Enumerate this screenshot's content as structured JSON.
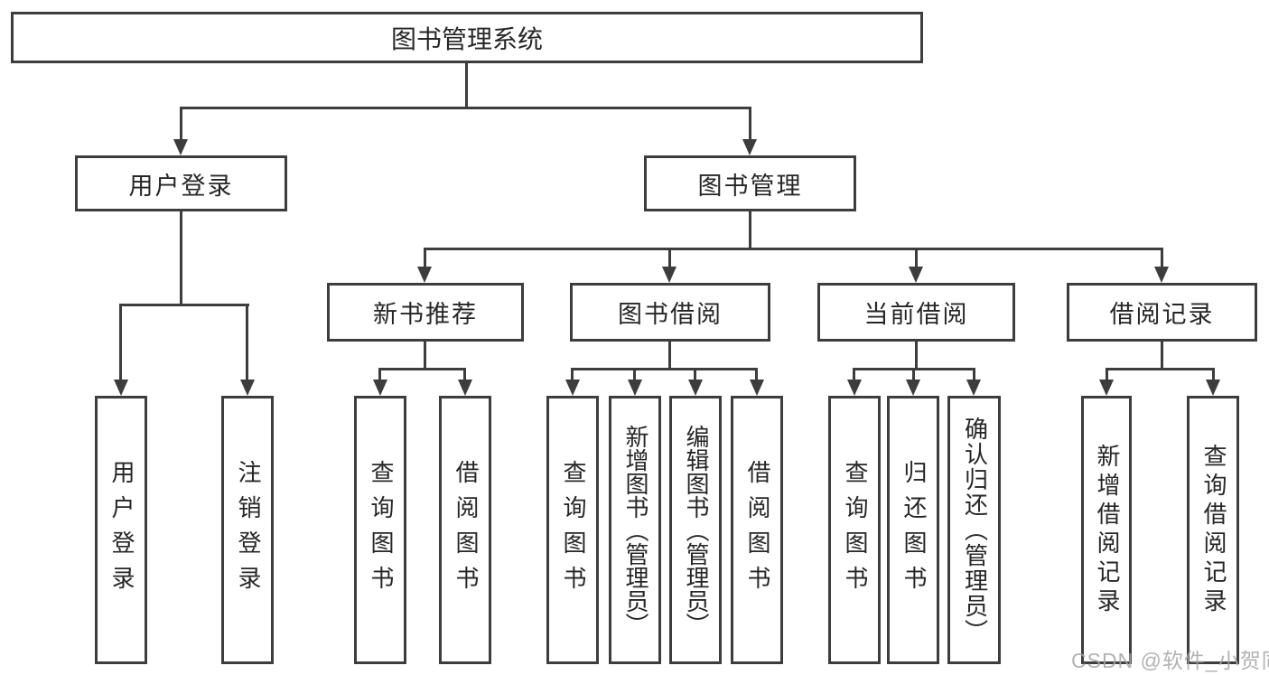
{
  "root": {
    "label": "图书管理系统"
  },
  "level2": {
    "user_login": {
      "label": "用户登录"
    },
    "book_mgmt": {
      "label": "图书管理"
    }
  },
  "level3": {
    "new_books": {
      "label": "新书推荐"
    },
    "book_borrow": {
      "label": "图书借阅"
    },
    "current_borrow": {
      "label": "当前借阅"
    },
    "borrow_records": {
      "label": "借阅记录"
    }
  },
  "leaves": {
    "user_login": [
      "用户登录",
      "注销登录"
    ],
    "new_books": [
      "查询图书",
      "借阅图书"
    ],
    "book_borrow": [
      "查询图书",
      "新增图书（管理员）",
      "编辑图书（管理员）",
      "借阅图书"
    ],
    "current_borrow": [
      "查询图书",
      "归还图书",
      "确认归还（管理员）"
    ],
    "borrow_records": [
      "新增借阅记录",
      "查询借阅记录"
    ]
  },
  "watermark": {
    "text": "CSDN @软件_小贺同学"
  },
  "colors": {
    "line": "#3d3d3d",
    "text": "#262626",
    "box_background": "#ffffff",
    "watermark": "#a5a5a5",
    "page_background": "#ffffff"
  }
}
